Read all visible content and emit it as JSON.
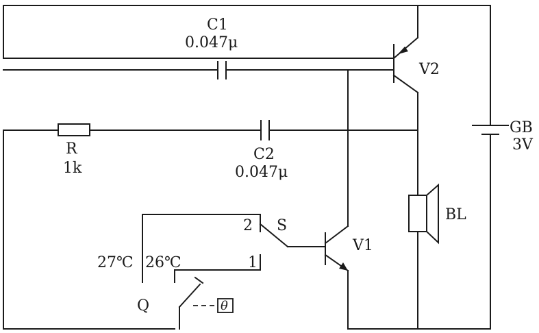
{
  "labels": {
    "c1_name": "C1",
    "c1_value": "0.047μ",
    "c2_name": "C2",
    "c2_value": "0.047μ",
    "r_name": "R",
    "r_value": "1k",
    "v1": "V1",
    "v2": "V2",
    "gb_name": "GB",
    "gb_value": "3V",
    "speaker": "BL",
    "switch": "S",
    "pos2": "2",
    "pos1": "1",
    "temp27": "27℃",
    "temp26": "26℃",
    "thermostat": "Q",
    "sensor": "θ"
  }
}
